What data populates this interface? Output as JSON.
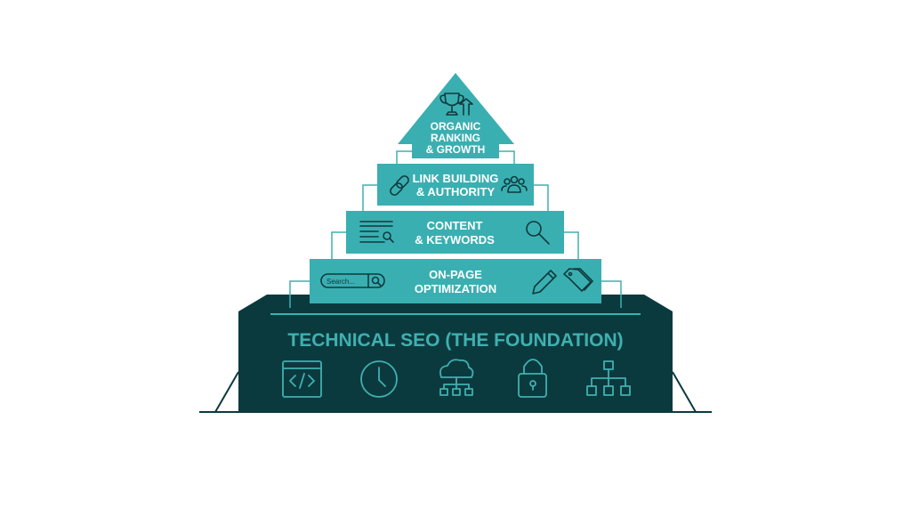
{
  "pyramid": {
    "top": {
      "line1": "ORGANIC",
      "line2": "RANKING",
      "line3": "& GROWTH",
      "icons": [
        "trophy-icon",
        "arrow-up-icon"
      ]
    },
    "level3": {
      "line1": "LINK BUILDING",
      "line2": "& AUTHORITY",
      "icons": [
        "link-icon",
        "users-icon"
      ]
    },
    "level2": {
      "line1": "CONTENT",
      "line2": "& KEYWORDS",
      "icons": [
        "document-search-icon",
        "magnifier-icon"
      ]
    },
    "level1": {
      "line1": "ON-PAGE",
      "line2": "OPTIMIZATION",
      "search_placeholder": "Search...",
      "icons": [
        "search-bar-icon",
        "pencil-icon",
        "tags-icon"
      ]
    },
    "foundation": {
      "title": "TECHNICAL SEO (THE FOUNDATION)",
      "icons": [
        "code-window-icon",
        "clock-icon",
        "cloud-network-icon",
        "lock-icon",
        "sitemap-icon"
      ]
    }
  },
  "colors": {
    "teal": "#3aafb1",
    "dark": "#0b3a3e",
    "foundation_text": "#3fb0b0"
  }
}
